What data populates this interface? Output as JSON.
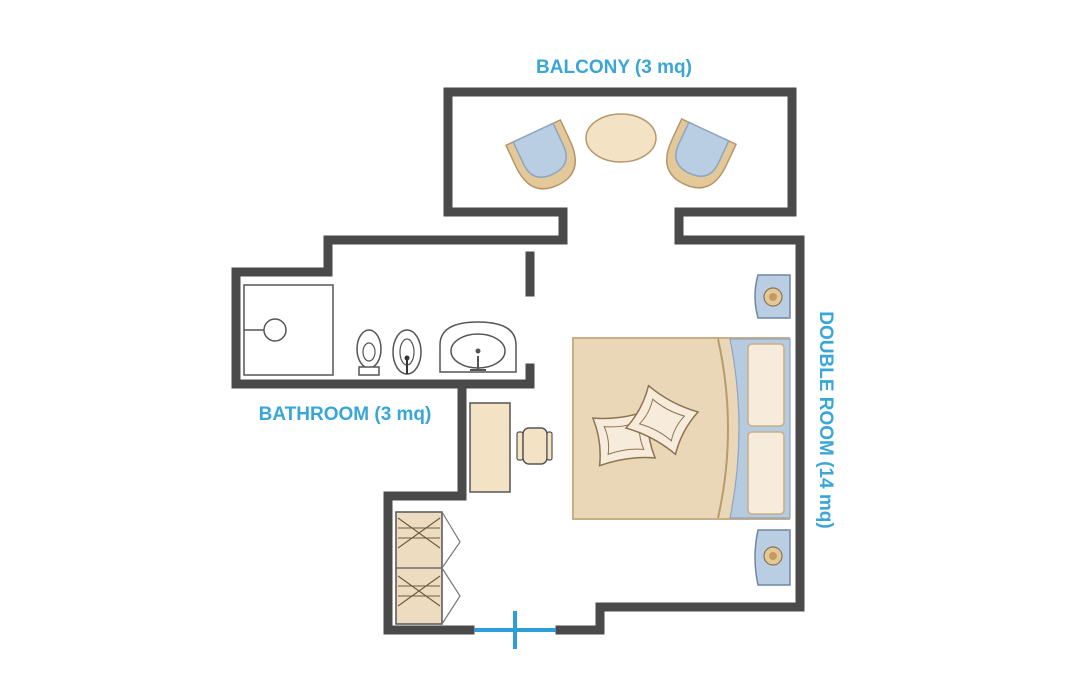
{
  "labels": {
    "balcony": "BALCONY (3 mq)",
    "bathroom": "BATHROOM (3 mq)",
    "double_room": "DOUBLE ROOM (14 mq)"
  },
  "colors": {
    "wall": "#4a4a4a",
    "label": "#3aa6d8",
    "door": "#2e9fd6",
    "bed_base": "#ead7b7",
    "bed_frame": "#c9ad84",
    "pillow": "#f7ecdc",
    "headboard": "#b7cbe0",
    "chair_blue": "#b9cde3",
    "chair_tan": "#e3c99a",
    "table": "#f4e2c5",
    "nightstand": "#b9cde3",
    "wardrobe": "#eedcc0"
  },
  "icons": [
    "armchair-icon",
    "round-table-icon",
    "shower-icon",
    "toilet-icon",
    "bidet-icon",
    "sink-icon",
    "desk-icon",
    "desk-chair-icon",
    "double-bed-icon",
    "nightstand-lamp-icon",
    "wardrobe-icon",
    "entrance-door-icon"
  ]
}
